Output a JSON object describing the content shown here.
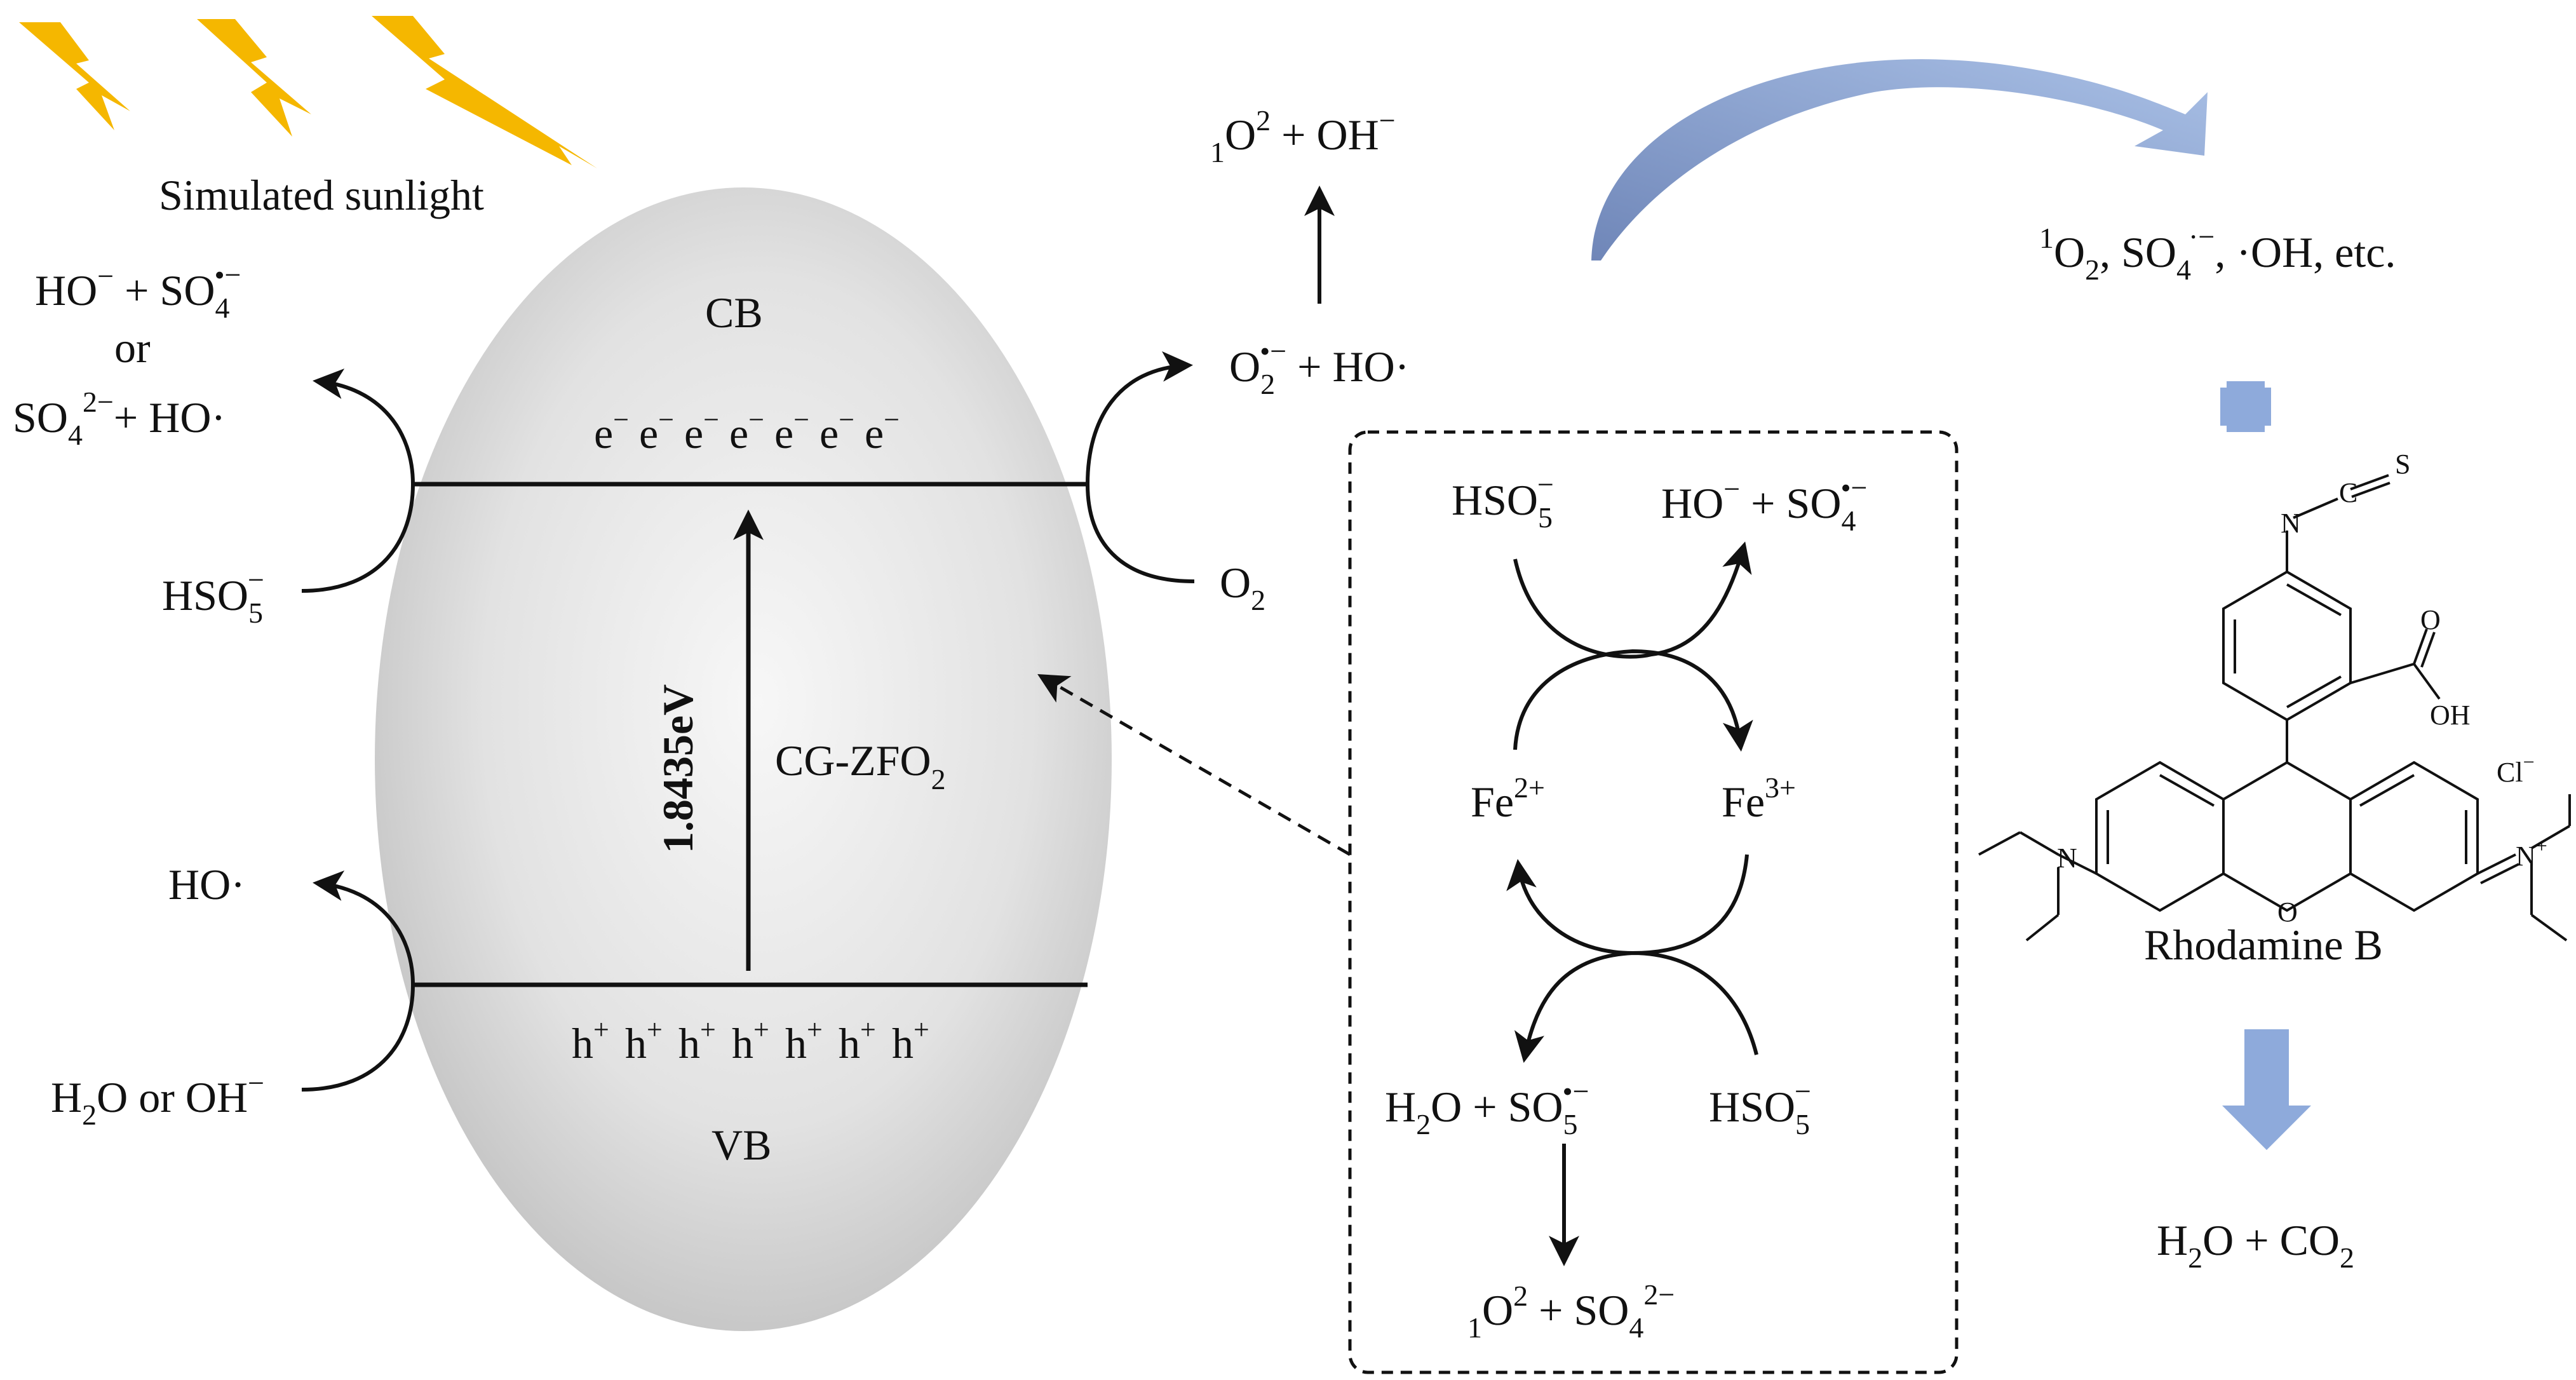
{
  "light": {
    "label": "Simulated sunlight",
    "bolt_color": "#F5B700"
  },
  "particle": {
    "fill": "#D9D9D9",
    "cb": "CB",
    "vb": "VB",
    "name": "CG-ZFO",
    "name_sub": "2",
    "band_gap": "1.8435eV",
    "electron": "e",
    "electron_sup": "−",
    "hole": "h",
    "hole_sup": "+",
    "carrier_count": 7
  },
  "left_cb": {
    "p1_a": "HO",
    "p1_a_sup": "−",
    "p1_b": " + SO",
    "p1_b_sub": "4",
    "p1_b_sup": "•−",
    "or": "or",
    "p2_a": "SO",
    "p2_a_sub": "4",
    "p2_a_sup": "2−",
    "p2_b": "+ HO·",
    "reactant": "HSO",
    "reactant_sub": "5",
    "reactant_sup": "−"
  },
  "left_vb": {
    "product": "HO·",
    "reactant_a": "H",
    "reactant_sub": "2",
    "reactant_b": "O or OH",
    "reactant_sup": "−"
  },
  "right_cb": {
    "top_sub": "1",
    "top_a": "O",
    "top_sup": "2",
    "top_b": " + OH",
    "top_sup2": "−",
    "mid_a": "O",
    "mid_sub": "2",
    "mid_sup": "•−",
    "mid_b": " +  HO·",
    "reactant": "O",
    "reactant_sub": "2"
  },
  "fe_cycle": {
    "tl": "HSO",
    "tl_sub": "5",
    "tl_sup": "−",
    "tr_a": "HO",
    "tr_sup": "−",
    "tr_b": " + SO",
    "tr_sub": "4",
    "tr_sup2": "•−",
    "fe2": "Fe",
    "fe2_sup": "2+",
    "fe3": "Fe",
    "fe3_sup": "3+",
    "bl_a": "H",
    "bl_sub": "2",
    "bl_b": "O + SO",
    "bl_sub2": "5",
    "bl_sup": "•−",
    "br": "HSO",
    "br_sub": "5",
    "br_sup": "−",
    "bottom_sub": "1",
    "bottom_a": "O",
    "bottom_sup": "2",
    "bottom_b": " + SO",
    "bottom_sub2": "4",
    "bottom_sup2": "2−"
  },
  "species": {
    "sup": "1",
    "a": "O",
    "a_sub": "2",
    "b": ", SO",
    "b_sub": "4",
    "b_sup": "·−",
    "c": ",  ·OH, etc."
  },
  "plus_sign_color": "#8EAADB",
  "flow_arrow_color": "#7F9BCB",
  "molecule": {
    "name": "Rhodamine B",
    "atoms": {
      "n_top": "N",
      "c": "C",
      "s": "S",
      "o_acid": "O",
      "oh": "OH",
      "n_left": "N",
      "o_ring": "O",
      "n_right": "N",
      "n_right_sup": "+",
      "cl": "Cl",
      "cl_sup": "−"
    }
  },
  "product": {
    "a": "H",
    "a_sub": "2",
    "b": "O + CO",
    "b_sub": "2"
  }
}
